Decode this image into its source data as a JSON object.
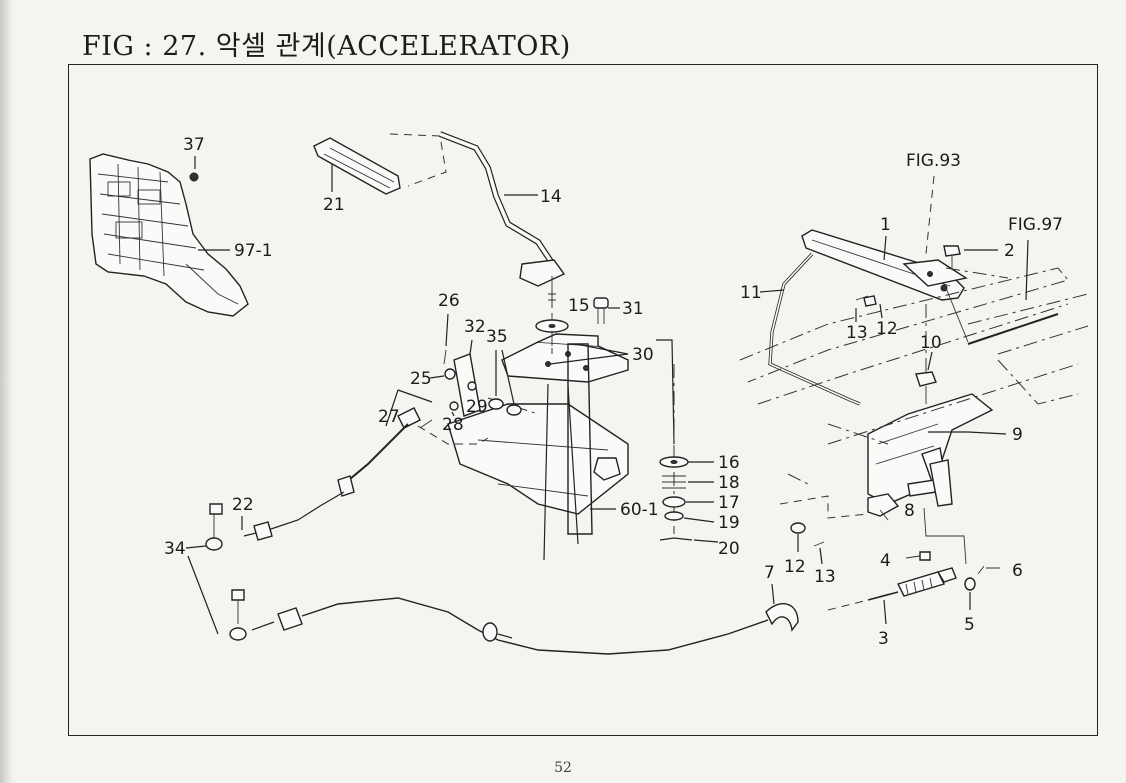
{
  "title": "FIG : 27. 악셀 관계(ACCELERATOR)",
  "page_number": "52",
  "references": {
    "fig93": "FIG.93",
    "fig97": "FIG.97"
  },
  "callouts": {
    "c1": "1",
    "c2": "2",
    "c3": "3",
    "c4": "4",
    "c5": "5",
    "c6": "6",
    "c7": "7",
    "c8": "8",
    "c9": "9",
    "c10": "10",
    "c11": "11",
    "c12a": "12",
    "c12b": "12",
    "c13a": "13",
    "c13b": "13",
    "c14": "14",
    "c15": "15",
    "c16": "16",
    "c17": "17",
    "c18": "18",
    "c19": "19",
    "c20": "20",
    "c21": "21",
    "c22": "22",
    "c25": "25",
    "c26": "26",
    "c27": "27",
    "c28": "28",
    "c29": "29",
    "c30": "30",
    "c31": "31",
    "c32": "32",
    "c34": "34",
    "c35": "35",
    "c37": "37",
    "c60_1": "60-1",
    "c97_1": "97-1"
  }
}
